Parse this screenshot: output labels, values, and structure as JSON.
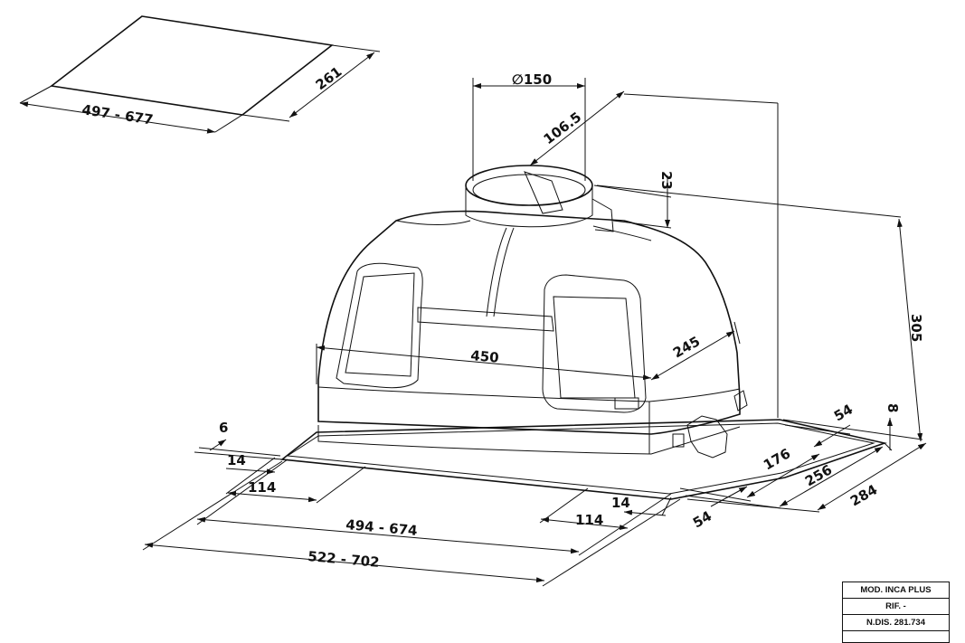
{
  "dimensions": {
    "cutout_width": "497 - 677",
    "cutout_depth": "261",
    "duct_diameter": "∅150",
    "duct_offset": "106.5",
    "collar_height": "23",
    "overall_height": "305",
    "body_width": "450",
    "body_depth": "245",
    "frame_lip": "6",
    "left_margin": "14",
    "left_offset": "114",
    "right_margin": "14",
    "right_offset": "114",
    "inner_width": "494 - 674",
    "outer_width": "522 - 702",
    "side_54_front": "54",
    "side_54_back": "54",
    "depth_176": "176",
    "depth_256": "256",
    "depth_284": "284",
    "frame_height": "8"
  },
  "title_block": {
    "model": "MOD. INCA PLUS",
    "ref": "RIF. -",
    "drawing_no": "N.DIS. 281.734"
  }
}
